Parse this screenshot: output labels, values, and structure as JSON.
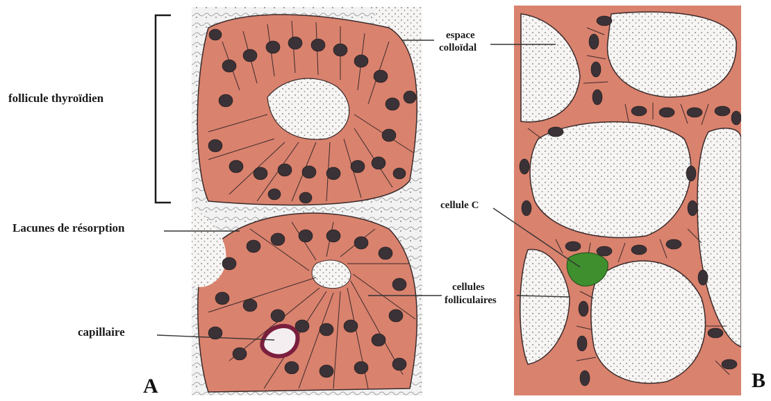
{
  "labels": {
    "follicule": "follicule thyroïdien",
    "lacunes": "Lacunes de résorption",
    "capillaire": "capillaire",
    "espace_line1": "espace",
    "espace_line2": "colloïdal",
    "cellule_c": "cellule C",
    "folliculaires_line1": "cellules",
    "folliculaires_line2": "folliculaires"
  },
  "panels": {
    "a": "A",
    "b": "B"
  },
  "colors": {
    "cell_fill": "#d9826e",
    "nucleus": "#3a3236",
    "colloid_dots": "#6a6a6a",
    "c_cell": "#3f8f2e",
    "capillary": "#7a1f3d",
    "leader_lines": "#333333"
  }
}
